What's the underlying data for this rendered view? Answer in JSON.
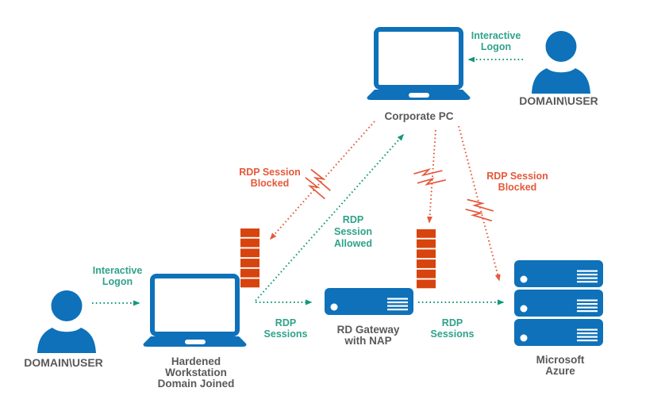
{
  "colors": {
    "blue": "#0E71B9",
    "teal_text": "#2EA28A",
    "teal_arrow": "#12997B",
    "orange": "#E4593A",
    "brick": "#D7440E",
    "label_gray": "#595959"
  },
  "nodes": {
    "corporate_pc": {
      "label": "Corporate PC"
    },
    "domain_user_top": {
      "label": "DOMAIN\\USER"
    },
    "domain_user_bottom": {
      "label": "DOMAIN\\USER"
    },
    "hardened_workstation": {
      "line1": "Hardened",
      "line2": "Workstation",
      "line3": "Domain Joined"
    },
    "rd_gateway": {
      "line1": "RD Gateway",
      "line2": "with NAP"
    },
    "microsoft_azure": {
      "line1": "Microsoft",
      "line2": "Azure"
    }
  },
  "edges": {
    "interactive_logon_top": {
      "line1": "Interactive",
      "line2": "Logon"
    },
    "interactive_logon_bottom": {
      "line1": "Interactive",
      "line2": "Logon"
    },
    "rdp_session_blocked_left": {
      "line1": "RDP Session",
      "line2": "Blocked"
    },
    "rdp_session_blocked_right": {
      "line1": "RDP Session",
      "line2": "Blocked"
    },
    "rdp_session_allowed": {
      "line1": "RDP",
      "line2": "Session",
      "line3": "Allowed"
    },
    "rdp_sessions_left": {
      "line1": "RDP",
      "line2": "Sessions"
    },
    "rdp_sessions_right": {
      "line1": "RDP",
      "line2": "Sessions"
    }
  }
}
